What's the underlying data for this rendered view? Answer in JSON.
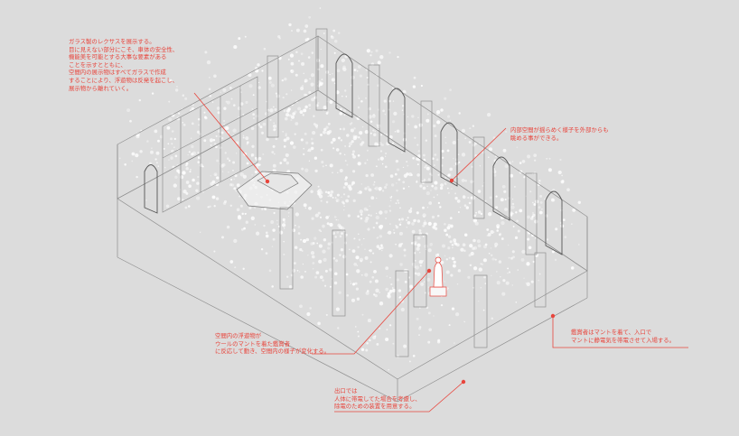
{
  "annotations": [
    {
      "id": "glass-lexus-note",
      "text": "ガラス製のレクサスを展示する。\n目に見えない部分にこそ、車体の安全性、\n機能美を可能とする大事な要素がある\nことを示すとともに、\n空間内の展示物はすべてガラスで作成\nすることにより、浮遊物は反発を起こし、\n展示物から離れていく。"
    },
    {
      "id": "interior-view-note",
      "text": "内部空間が揺らめく様子を外部からも\n眺める事ができる。"
    },
    {
      "id": "floating-particles-note",
      "text": "空間内の浮遊物が\nウールのマントを着た鑑賞者\nに反応して動き、空間内の様子が変化する。"
    },
    {
      "id": "visitor-mantle-note",
      "text": "鑑賞者はマントを着て、入口で\nマントに静電気を帯電させて入場する。"
    },
    {
      "id": "exit-note",
      "text": "出口では\n人体に帯電してた場合を考慮し、\n除電のための装置を用意する。"
    }
  ],
  "colors": {
    "background": "#dcdcdc",
    "annotation": "#e8453c",
    "line": "#8a8a8a",
    "particle": "#ffffff"
  }
}
